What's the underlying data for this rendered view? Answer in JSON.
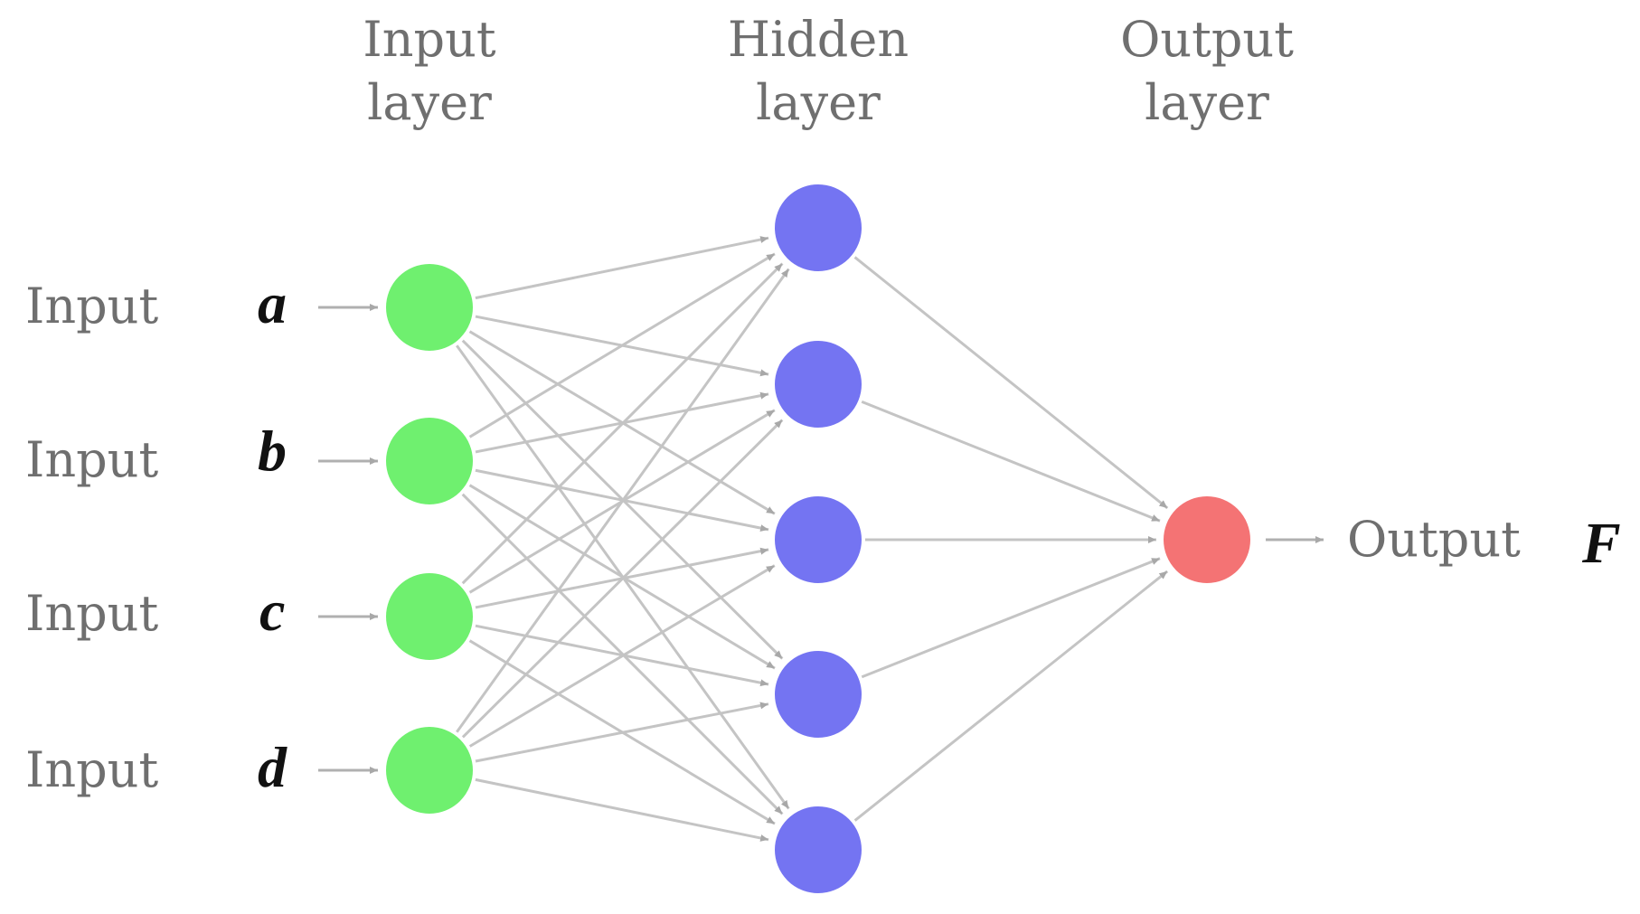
{
  "layers": [
    {
      "title_line1": "Input",
      "title_line2": "layer",
      "color": "#6ff06f",
      "count": 4
    },
    {
      "title_line1": "Hidden",
      "title_line2": "layer",
      "color": "#7474f2",
      "count": 5
    },
    {
      "title_line1": "Output",
      "title_line2": "layer",
      "color": "#f47374",
      "count": 1
    }
  ],
  "inputs": [
    {
      "label": "Input",
      "var": "a"
    },
    {
      "label": "Input",
      "var": "b"
    },
    {
      "label": "Input",
      "var": "c"
    },
    {
      "label": "Input",
      "var": "d"
    }
  ],
  "output": {
    "label": "Output",
    "var": "F"
  },
  "colors": {
    "edge": "#c4c4c4",
    "arrow": "#b0b0b0",
    "text": "#6f6f6f",
    "variable": "#111111"
  }
}
